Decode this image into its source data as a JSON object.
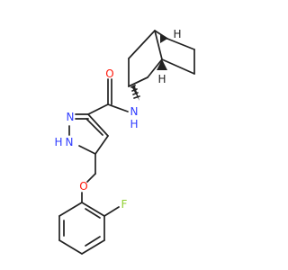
{
  "colors": {
    "bond": "#222222",
    "nitrogen": "#2f3cff",
    "oxygen": "#ff1a0d",
    "fluorine": "#8fcf2f",
    "hydrogen": "#222222"
  },
  "atoms": {
    "carbonyl_oxygen": "O",
    "amide_nitrogen": "N",
    "amide_hydrogen": "H",
    "pyrazole_nitrogen_2": "N",
    "pyrazole_nitrogen_1": "N",
    "pyrazole_hydrogen": "H",
    "ether_oxygen": "O",
    "fluorine": "F",
    "stereo_h_top": "H",
    "stereo_h_bottom": "H"
  }
}
